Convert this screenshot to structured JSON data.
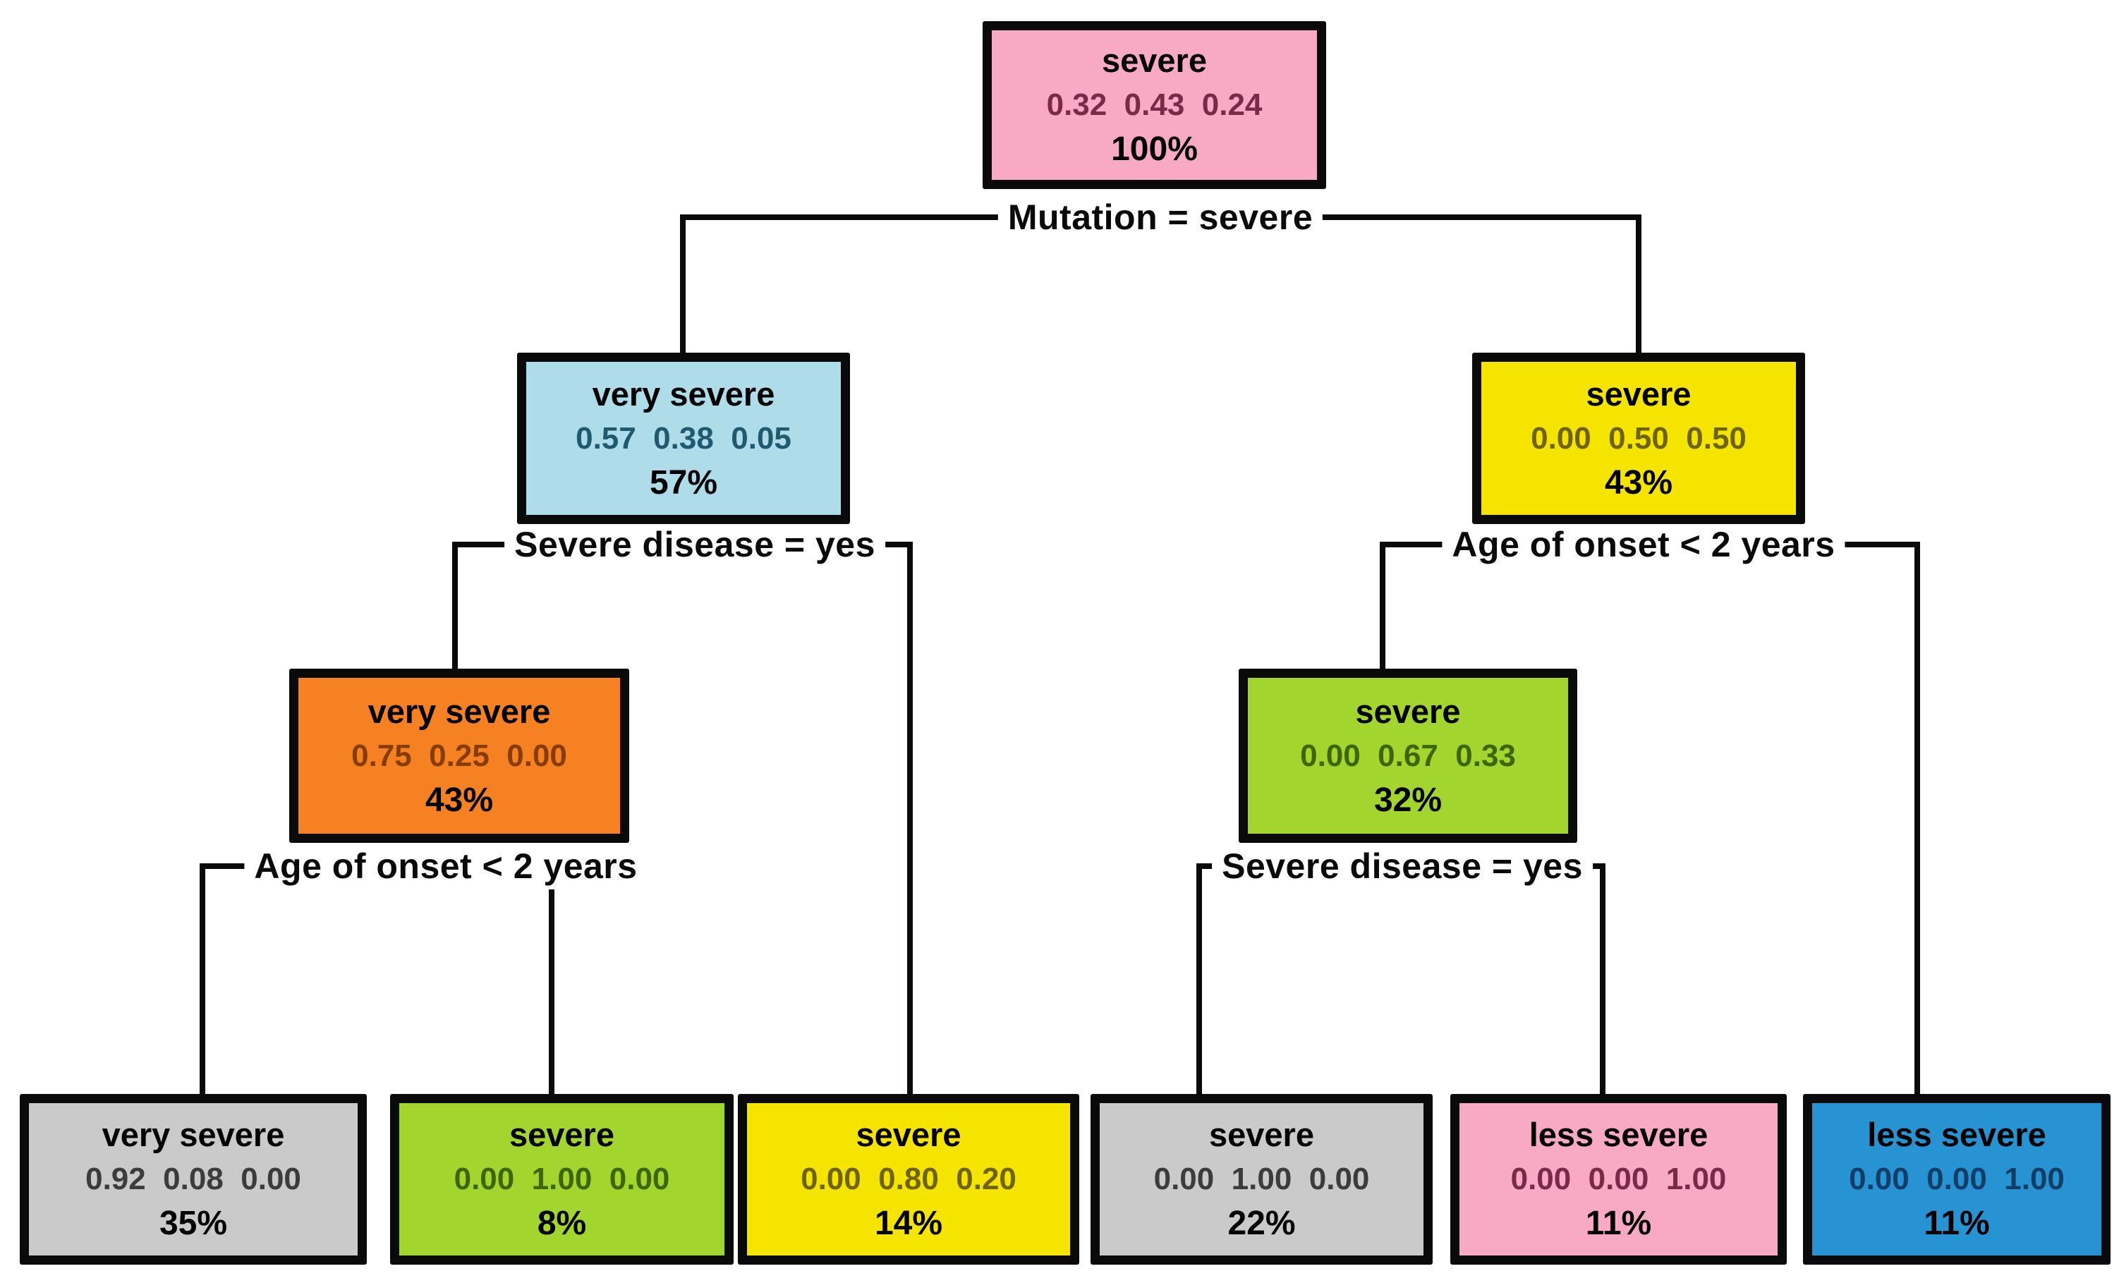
{
  "figure": {
    "type": "decision-tree",
    "classes": [
      "very severe",
      "severe",
      "less severe"
    ],
    "background": "#ffffff",
    "line_color": "#0a0a0a"
  },
  "splits": {
    "s1": "Mutation = severe",
    "s2": "Severe disease = yes",
    "s3": "Age of onset < 2 years",
    "s4": "Age of onset < 2 years",
    "s5": "Severe disease = yes"
  },
  "nodes": {
    "root": {
      "label": "severe",
      "probs": "0.32  0.43  0.24",
      "pct": "100%",
      "color": "#f8a9c4",
      "probs_color": "#7c2847"
    },
    "l": {
      "label": "very severe",
      "probs": "0.57  0.38  0.05",
      "pct": "57%",
      "color": "#aedce8",
      "probs_color": "#1f5a6e"
    },
    "r": {
      "label": "severe",
      "probs": "0.00  0.50  0.50",
      "pct": "43%",
      "color": "#f5e400",
      "probs_color": "#6e6400"
    },
    "ll": {
      "label": "very severe",
      "probs": "0.75  0.25  0.00",
      "pct": "43%",
      "color": "#f58122",
      "probs_color": "#873c00"
    },
    "rl": {
      "label": "severe",
      "probs": "0.00  0.67  0.33",
      "pct": "32%",
      "color": "#a2d62e",
      "probs_color": "#3f6600"
    },
    "lll": {
      "label": "very severe",
      "probs": "0.92  0.08  0.00",
      "pct": "35%",
      "color": "#cacaca",
      "probs_color": "#3c3c3c"
    },
    "llr": {
      "label": "severe",
      "probs": "0.00  1.00  0.00",
      "pct": "8%",
      "color": "#a2d62e",
      "probs_color": "#3f6600"
    },
    "lr": {
      "label": "severe",
      "probs": "0.00  0.80  0.20",
      "pct": "14%",
      "color": "#f5e400",
      "probs_color": "#6e6400"
    },
    "rll": {
      "label": "severe",
      "probs": "0.00  1.00  0.00",
      "pct": "22%",
      "color": "#cacaca",
      "probs_color": "#3c3c3c"
    },
    "rlr": {
      "label": "less severe",
      "probs": "0.00  0.00  1.00",
      "pct": "11%",
      "color": "#f8a9c4",
      "probs_color": "#7c2847"
    },
    "rr": {
      "label": "less severe",
      "probs": "0.00  0.00  1.00",
      "pct": "11%",
      "color": "#2793d2",
      "probs_color": "#113e66"
    }
  }
}
